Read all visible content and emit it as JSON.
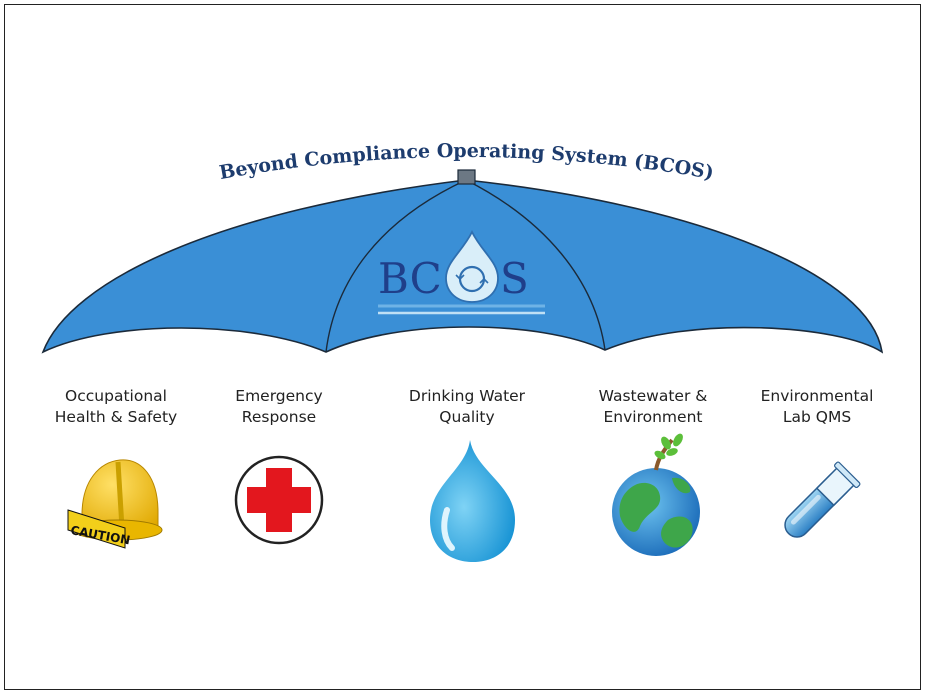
{
  "diagram": {
    "title": "Beyond Compliance Operating System (BCOS)",
    "logo_text": "BCOS",
    "colors": {
      "umbrella_fill": "#3a8fd6",
      "umbrella_stroke": "#1b2a3a",
      "title_color": "#1d3c6e",
      "logo_text_color": "#1f3f8a"
    },
    "programs": [
      {
        "line1": "Occupational",
        "line2": "Health & Safety",
        "icon": "hard-hat-icon",
        "icon_text": "CAUTION"
      },
      {
        "line1": "Emergency",
        "line2": "Response",
        "icon": "red-cross-icon"
      },
      {
        "line1": "Drinking Water",
        "line2": "Quality",
        "icon": "water-drop-icon"
      },
      {
        "line1": "Wastewater &",
        "line2": "Environment",
        "icon": "globe-sprout-icon"
      },
      {
        "line1": "Environmental",
        "line2": "Lab QMS",
        "icon": "test-tube-icon"
      }
    ]
  }
}
